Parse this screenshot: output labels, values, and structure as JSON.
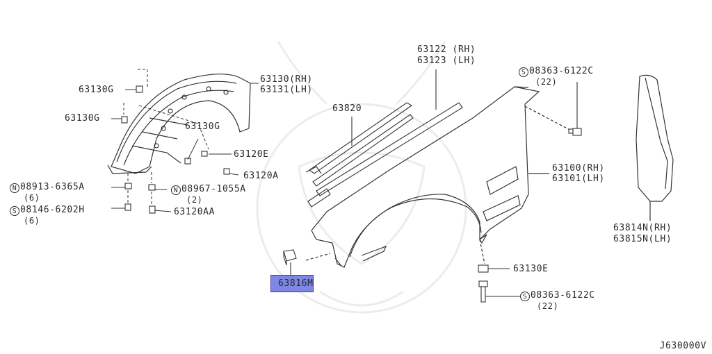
{
  "diagram_code": "J630000V",
  "highlight_part": "63816M",
  "labels": {
    "p63130_rh": "63130(RH)",
    "p63131_lh": "63131(LH)",
    "p63130g_a": "63130G",
    "p63130g_b": "63130G",
    "p63130g_c": "63130G",
    "p63120e": "63120E",
    "p63120a": "63120A",
    "p08913": "08913-6365A",
    "p08913_qty": "(6)",
    "p08967": "08967-1055A",
    "p08967_qty": "(2)",
    "p08146": "08146-6202H",
    "p08146_qty": "(6)",
    "p63120aa": "63120AA",
    "p63820": "63820",
    "p63122_rh": "63122 (RH)",
    "p63123_lh": "63123 (LH)",
    "p08363_top": "08363-6122C",
    "p08363_top_qty": "(22)",
    "p63100_rh": "63100(RH)",
    "p63101_lh": "63101(LH)",
    "p63814n_rh": "63814N(RH)",
    "p63815n_lh": "63815N(LH)",
    "p63816m": "63816M",
    "p63130e": "63130E",
    "p08363_bot": "08363-6122C",
    "p08363_bot_qty": "(22)"
  },
  "symbols": {
    "n": "N",
    "s": "S"
  }
}
